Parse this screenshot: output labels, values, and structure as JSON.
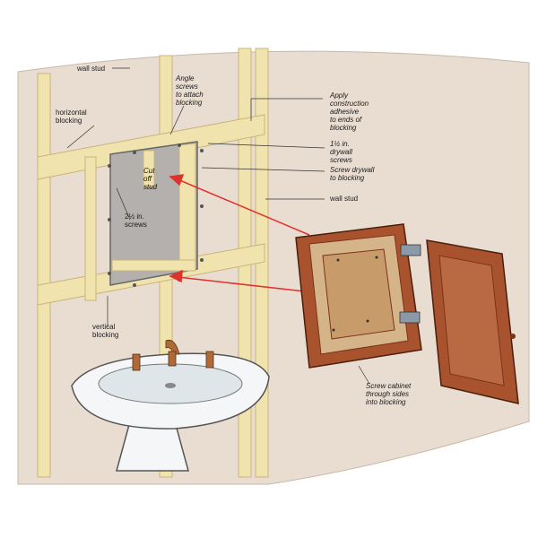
{
  "labels": {
    "wall_stud_top": "wall stud",
    "horizontal_blocking": "horizontal\nblocking",
    "angle_screws": "Angle\nscrews\nto attach\nblocking",
    "apply_adhesive": "Apply\nconstruction\nadhesive\nto ends of\nblocking",
    "drywall_screws": "1½ in.\ndrywall\nscrews",
    "screw_drywall": "Screw drywall\nto blocking",
    "wall_stud_right": "wall stud",
    "cut_off_stud": "Cut\noff\nstud",
    "screws_2half": "2½ in.\nscrews",
    "vertical_blocking": "vertical\nblocking",
    "screw_cabinet": "Screw cabinet\nthrough sides\ninto blocking"
  },
  "colors": {
    "wall": "#e9ddd2",
    "wood": "#f1e3ad",
    "wood_edge": "#c9b47a",
    "cabinet": "#a9532e",
    "cabinet_dark": "#7a3417",
    "cabinet_inner": "#d6b48a",
    "drywall_cavity": "#b3b0ae",
    "arrow": "#e0312b",
    "sink": "#f4f6f7",
    "faucet": "#b06a3a"
  }
}
